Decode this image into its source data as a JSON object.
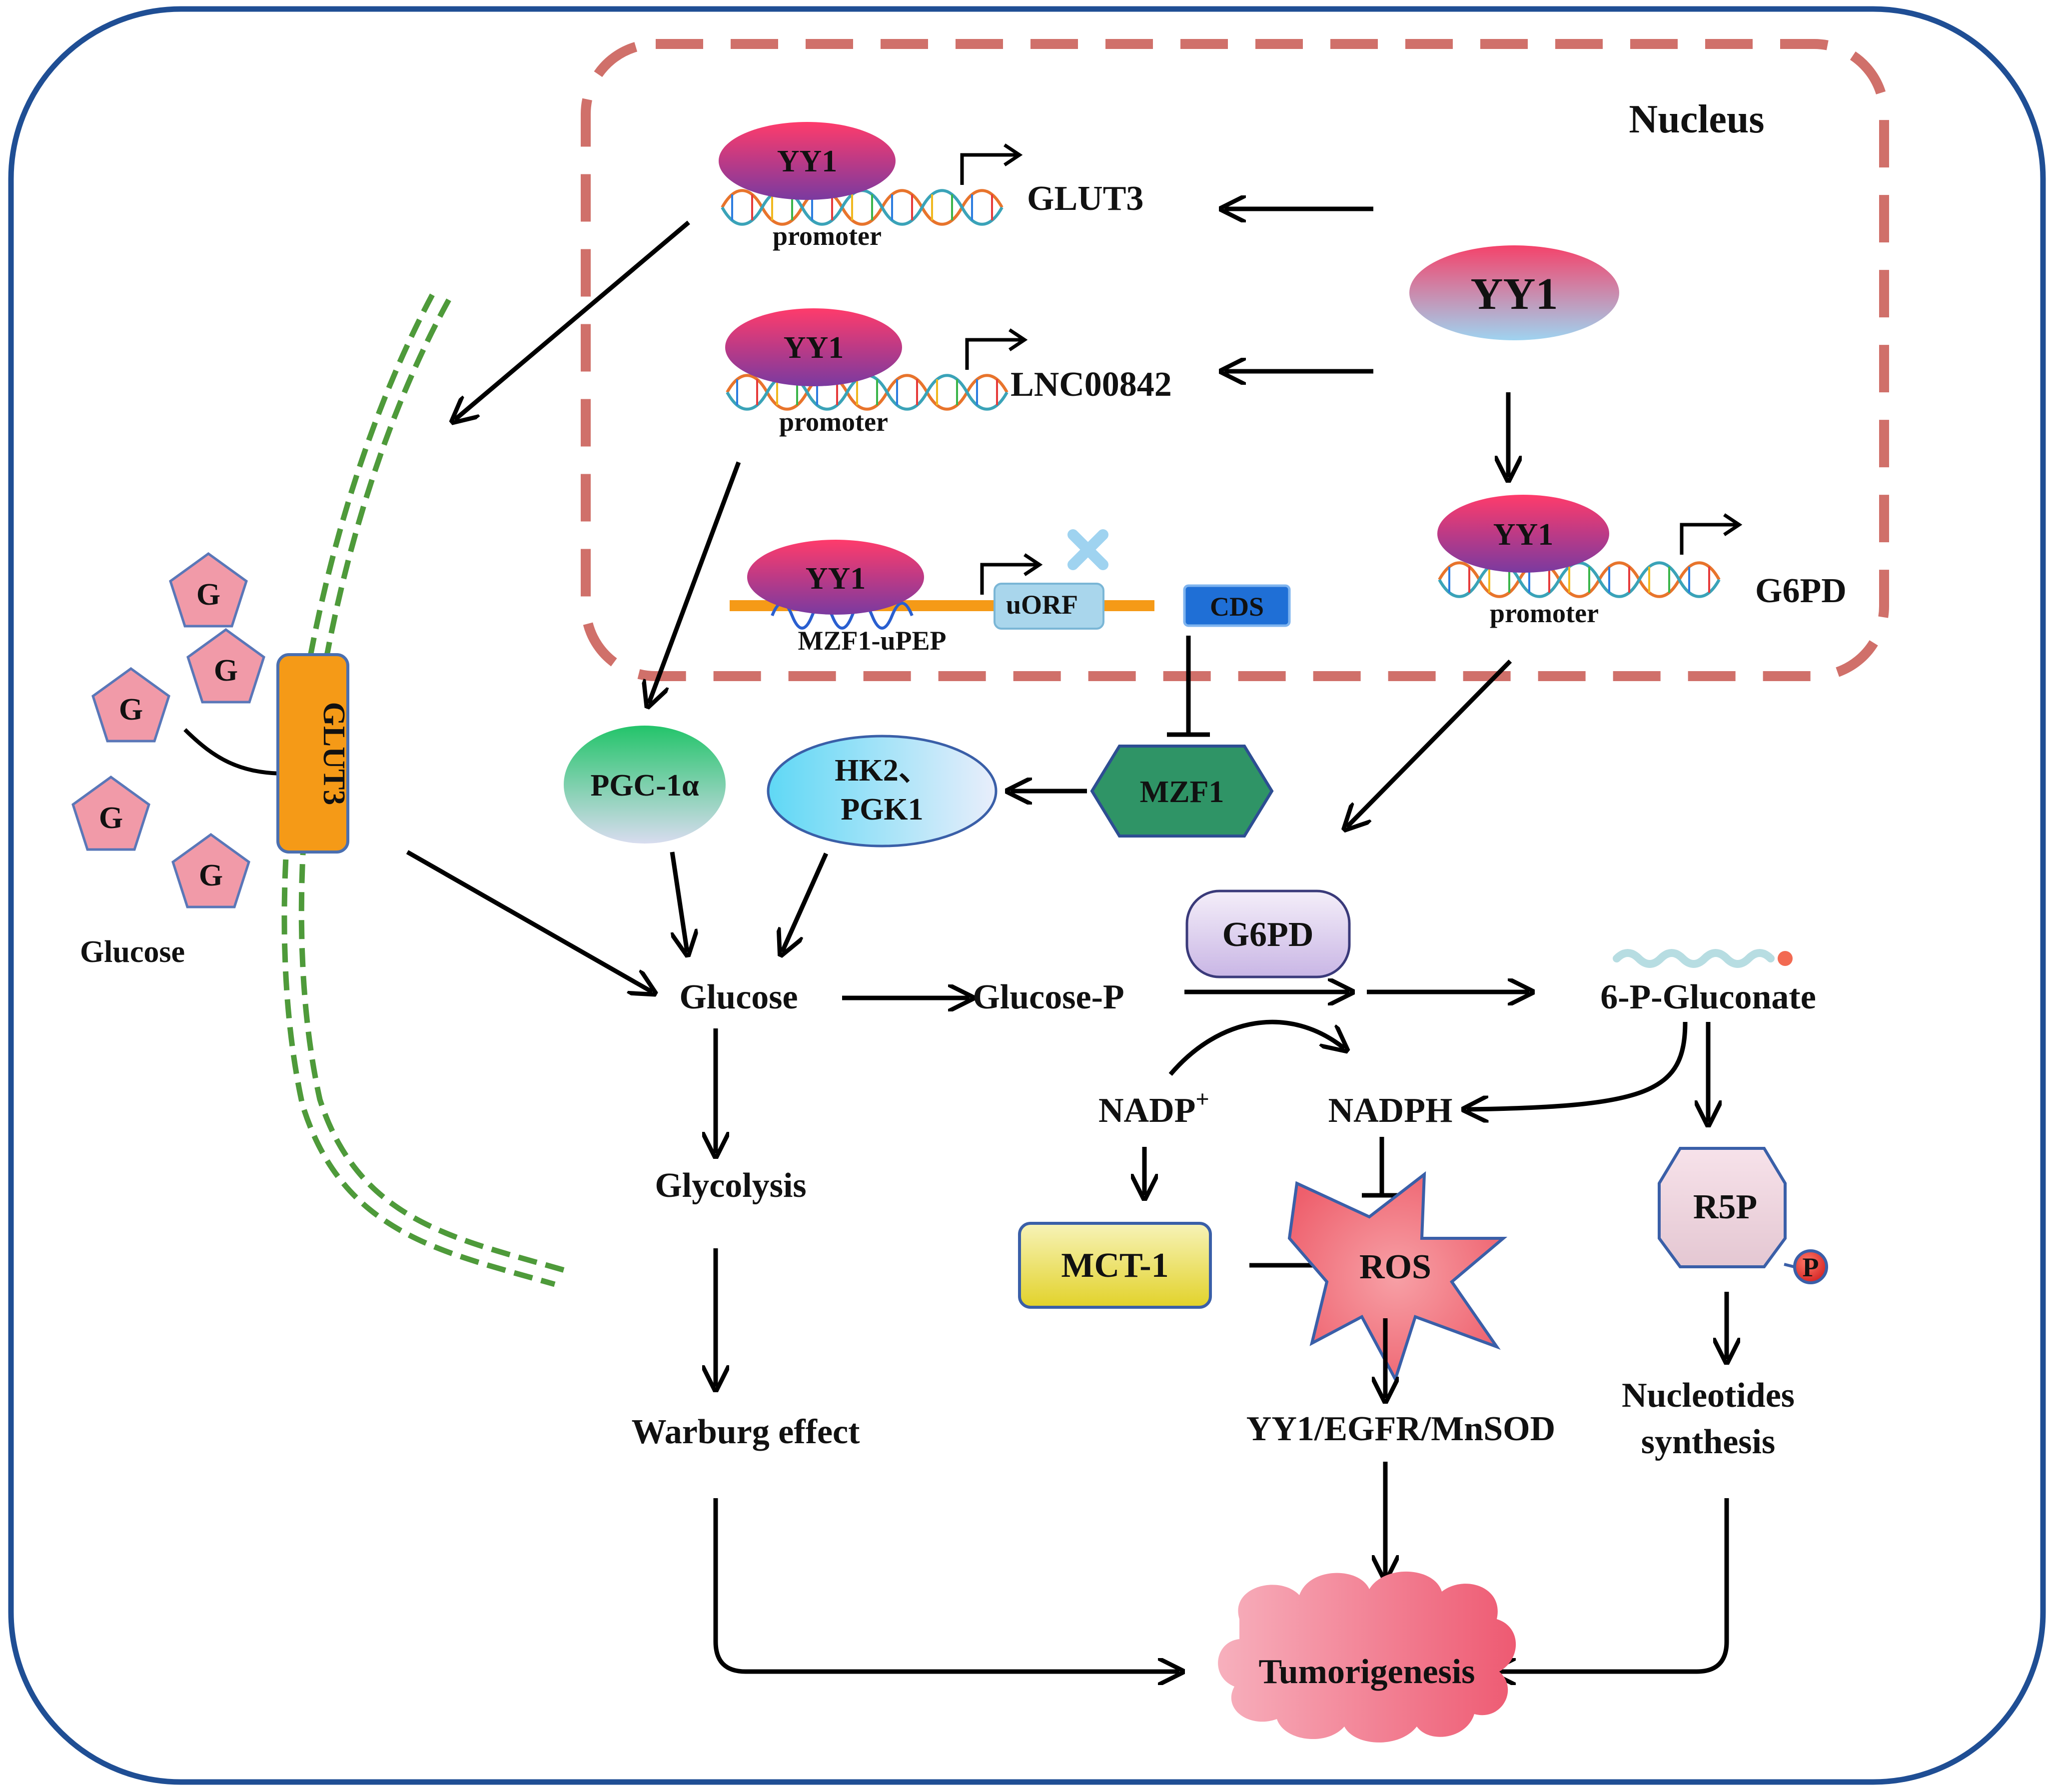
{
  "labels": {
    "nucleus": "Nucleus",
    "yy1": "YY1",
    "promoter": "promoter",
    "glut3_gene": "GLUT3",
    "lnc": "LNC00842",
    "g6pd_gene": "G6PD",
    "uorf": "uORF",
    "cds": "CDS",
    "mzf1_upep": "MZF1-uPEP",
    "glut3_transporter": "GLUT3",
    "g": "G",
    "glucose_ext": "Glucose",
    "pgc": "PGC-1α",
    "hk2": "HK2、",
    "pgk1": "PGK1",
    "mzf1": "MZF1",
    "glucose": "Glucose",
    "glucose_p": "Glucose-P",
    "g6pd_enzyme": "G6PD",
    "gluconate": "6-P-Gluconate",
    "nadp": "NADP",
    "nadp_sup": "+",
    "nadph": "NADPH",
    "glycolysis": "Glycolysis",
    "mct1": "MCT-1",
    "ros": "ROS",
    "r5p": "R5P",
    "p": "P",
    "warburg": "Warburg effect",
    "yy1_egfr": "YY1/EGFR/MnSOD",
    "nucleotides_1": "Nucleotides",
    "nucleotides_2": "synthesis",
    "tumorigenesis": "Tumorigenesis"
  },
  "colors": {
    "cell_border": "#1f4e94",
    "nucleus_border": "#d0706a",
    "membrane": "#4e9a3a",
    "glut3_fill": "#f59a17",
    "glucose_pentagon": "#f19aa8",
    "mzf1_fill": "#2f9466",
    "cds_fill": "#1f6fd6",
    "uorf_fill": "#a9d6ec",
    "ros_fill": "#f06a78",
    "tumor_fill": "#f07084"
  },
  "icons": [
    "x-mark-icon",
    "transcription-start-arrow-icon",
    "dna-helix-icon"
  ]
}
